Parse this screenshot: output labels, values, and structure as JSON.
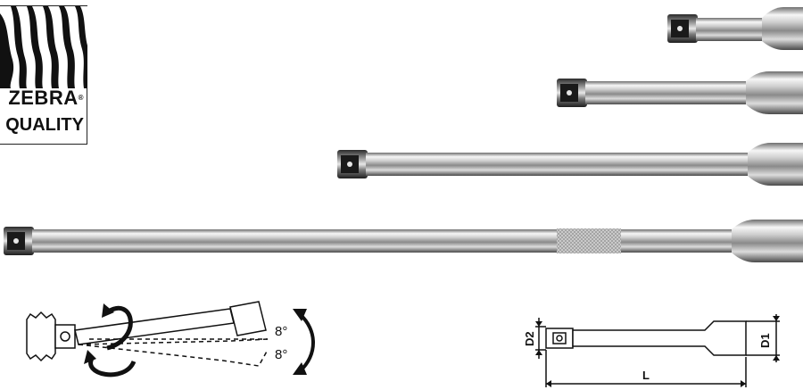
{
  "logo": {
    "brand": "ZEBRA",
    "registered": "®",
    "tagline": "QUALITY"
  },
  "wobble_diagram": {
    "angle_upper": "8°",
    "angle_lower": "8°"
  },
  "dimension_diagram": {
    "d1_label": "D1",
    "d2_label": "D2",
    "length_label": "L"
  },
  "colors": {
    "chrome_light": "#f4f4f4",
    "chrome_mid": "#b8b8b8",
    "chrome_dark": "#3a3a3a",
    "ink": "#111111"
  }
}
